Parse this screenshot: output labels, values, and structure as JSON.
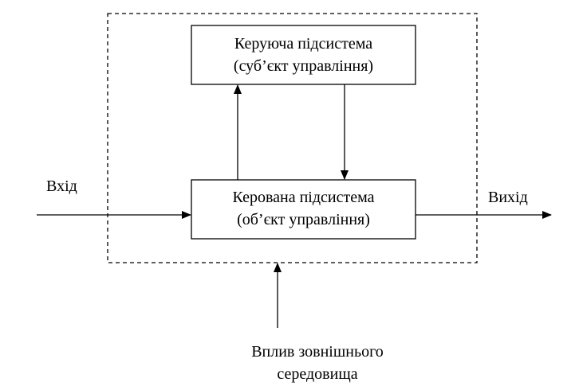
{
  "controlling_block": {
    "line1": "Керуюча підсистема",
    "line2": "(суб’єкт управління)"
  },
  "managed_block": {
    "line1": "Керована підсистема",
    "line2": "(об’єкт управління)"
  },
  "input_label": "Вхід",
  "output_label": "Вихід",
  "environment_label": {
    "line1": "Вплив зовнішнього",
    "line2": "середовища"
  }
}
